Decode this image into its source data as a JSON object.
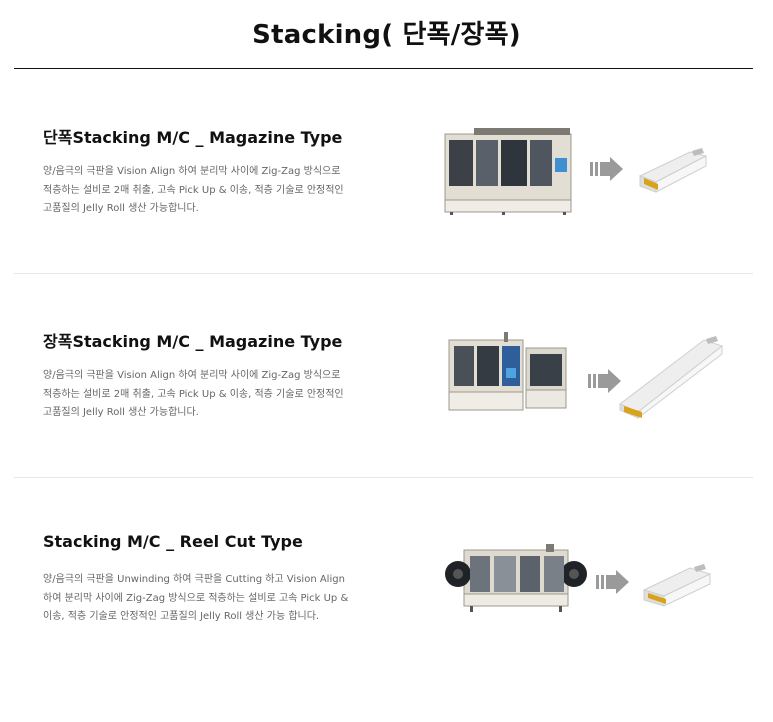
{
  "page": {
    "title": "Stacking( 단폭/장폭)"
  },
  "sections": [
    {
      "title": "단폭Stacking M/C _ Magazine Type",
      "desc_lines": [
        "양/음극의 극판을 Vision Align 하여 분리막 사이에 Zig-Zag 방식으로",
        "적층하는 설비로 2매 취출, 고속 Pick Up & 이송, 적층 기술로 안정적인",
        "고품질의 Jelly Roll 생산 가능합니다."
      ]
    },
    {
      "title": "장폭Stacking M/C _ Magazine Type",
      "desc_lines": [
        "양/음극의 극판을 Vision Align 하여 분리막 사이에 Zig-Zag 방식으로",
        "적층하는 설비로 2매 취출, 고속 Pick Up & 이송, 적층 기술로 안정적인",
        "고품질의 Jelly Roll 생산 가능합니다."
      ]
    },
    {
      "title": "Stacking M/C _ Reel Cut Type",
      "desc_lines": [
        "양/음극의 극판을 Unwinding 하여 극판을 Cutting 하고 Vision Align",
        "하여 분리막 사이에 Zig-Zag 방식으로 적층하는 설비로 고속 Pick Up &",
        "이송, 적층 기술로 안정적인 고품질의 Jelly Roll 생산 가능 합니다."
      ]
    }
  ],
  "colors": {
    "tab": "#d9a21b",
    "arrow": "#9a9a9a",
    "machine_body": "#e4e0d6",
    "rule": "#111111"
  }
}
